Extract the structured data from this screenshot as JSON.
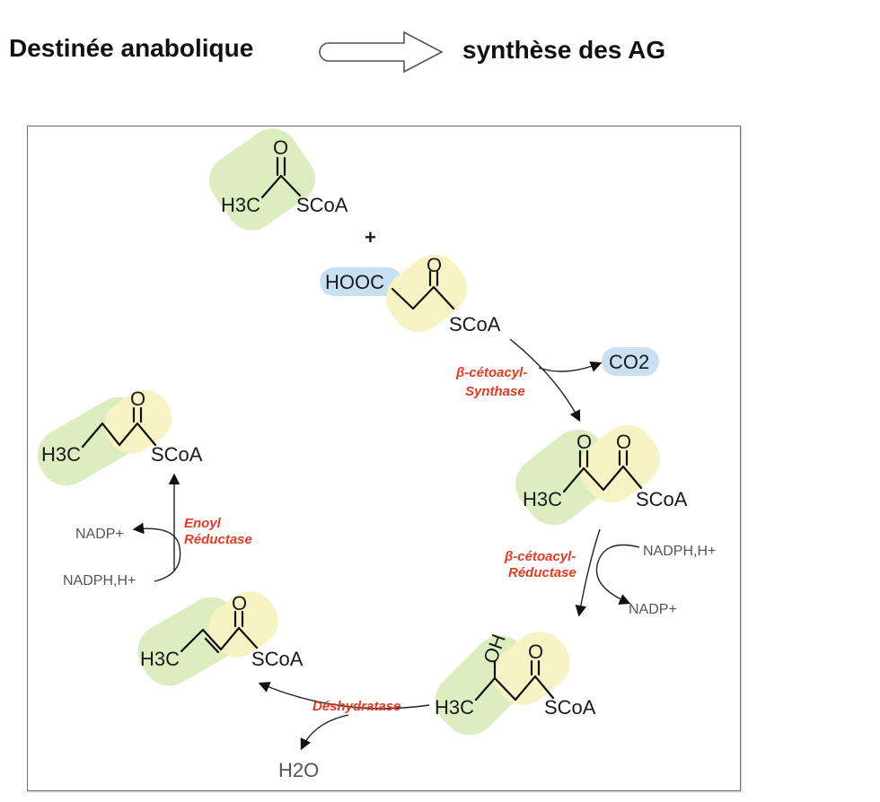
{
  "header": {
    "left_text": "Destinée anabolique",
    "right_text": "synthèse des AG"
  },
  "molecules": {
    "acetyl_coa": {
      "h3c": "H3C",
      "o": "O",
      "scoa": "SCoA"
    },
    "plus": "+",
    "malonyl_coa": {
      "hooc": "HOOC",
      "o": "O",
      "scoa": "SCoA"
    },
    "acetoacetyl_coa": {
      "h3c": "H3C",
      "o1": "O",
      "o2": "O",
      "scoa": "SCoA"
    },
    "hydroxybutyryl_coa": {
      "h3c": "H3C",
      "oh": "OH",
      "o": "O",
      "scoa": "SCoA"
    },
    "crotonyl_coa": {
      "h3c": "H3C",
      "o": "O",
      "scoa": "SCoA"
    },
    "butyryl_coa": {
      "h3c": "H3C",
      "o": "O",
      "scoa": "SCoA"
    }
  },
  "cofactors": {
    "co2": "CO2",
    "nadph_1": "NADPH,H+",
    "nadp_1": "NADP+",
    "h2o": "H2O",
    "nadp_2": "NADP+",
    "nadph_2": "NADPH,H+"
  },
  "enzymes": {
    "synthase_line1": "β-cétoacyl-",
    "synthase_line2": "Synthase",
    "reductase_line1": "β-cétoacyl-",
    "reductase_line2": "Réductase",
    "dehydratase": "Déshydratase",
    "enoyl_line1": "Enoyl",
    "enoyl_line2": "Réductase"
  },
  "colors": {
    "green_highlight": "#dcedbf",
    "yellow_highlight": "#f7f3c4",
    "blue_highlight": "#c9dff2",
    "enzyme_red": "#e53a22"
  }
}
